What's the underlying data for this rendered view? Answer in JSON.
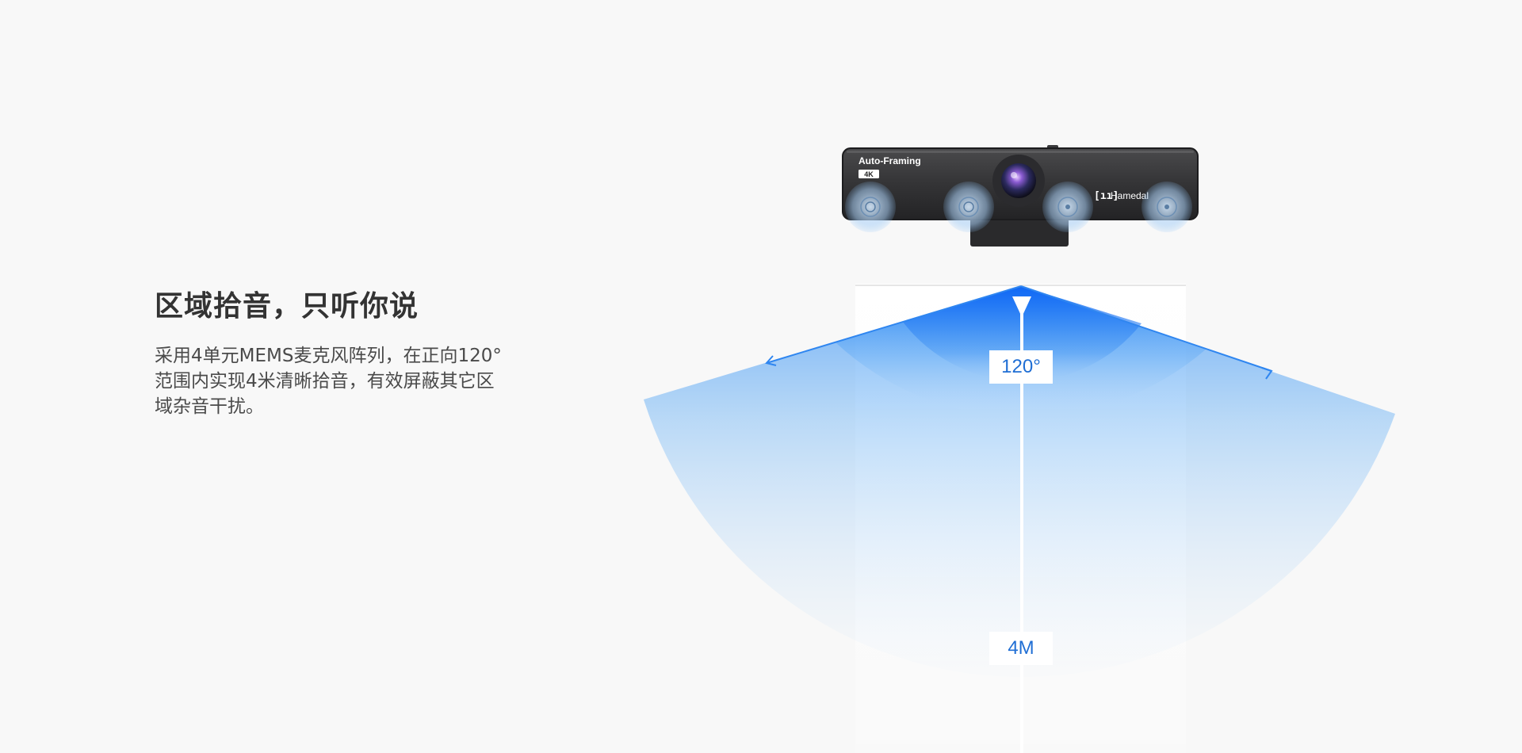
{
  "section": {
    "headline": "区域拾音，只听你说",
    "description_lines": [
      "采用4单元MEMS麦克风阵列，在正向120°",
      "范围内实现4米清晰拾音，有效屏蔽其它区",
      "域杂音干扰。"
    ]
  },
  "camera": {
    "feature_label": "Auto-Framing",
    "resolution_badge": "4K",
    "brand": "Hamedal",
    "brand_mark": "[ıı]"
  },
  "pickup": {
    "angle_label": "120°",
    "distance_label": "4M"
  },
  "colors": {
    "accent_blue": "#1f6ed4",
    "beam_blue": "#1a73ff",
    "heading": "#333333",
    "body_text": "#4a4a4a",
    "background": "#f8f8f8"
  }
}
